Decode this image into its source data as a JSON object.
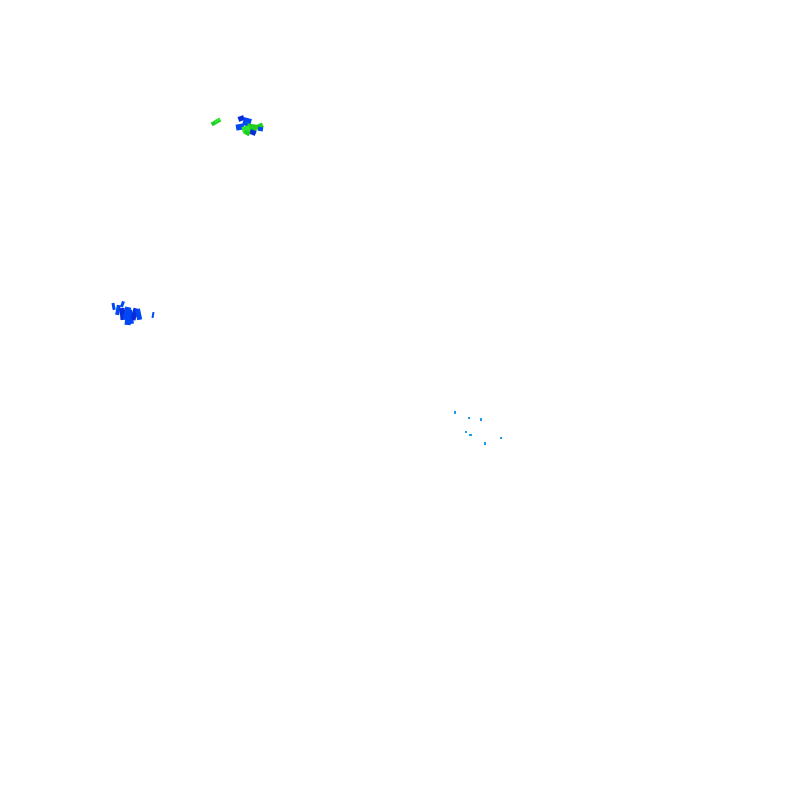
{
  "canvas": {
    "background": "#ffffff"
  },
  "palette": {
    "blue": "#0047f5",
    "dark_blue": "#0a2bd9",
    "green": "#22cc22",
    "bright_green": "#2ee62e",
    "cyan": "#1a9cf0"
  },
  "clusters": [
    {
      "name": "upper-left-small-green-fragment",
      "color": "green"
    },
    {
      "name": "upper-blue-green-mixed-cluster",
      "color": "blue-green"
    },
    {
      "name": "left-blue-cluster",
      "color": "blue"
    },
    {
      "name": "right-sparse-cyan-specks",
      "color": "cyan"
    }
  ]
}
